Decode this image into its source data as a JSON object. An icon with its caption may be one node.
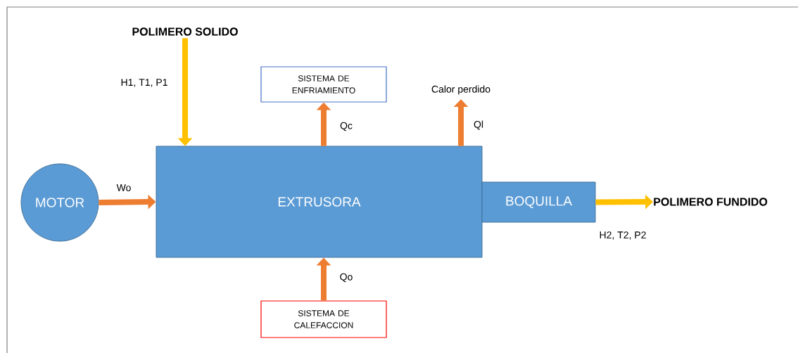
{
  "diagram": {
    "nodes": [
      {
        "text": [
          "POLIMERO SOLIDO"
        ]
      },
      {
        "text": [
          "SISTEMA DE ENFRIAMIENTO"
        ]
      },
      {
        "text": [
          "Calor perdido"
        ]
      },
      {
        "text": [
          "MOTOR"
        ]
      },
      {
        "text": [
          "EXTRUSORA"
        ]
      },
      {
        "text": [
          "BOQUILLA"
        ]
      },
      {
        "text": [
          "POLIMERO FUNDIDO"
        ]
      },
      {
        "text": [
          "SISTEMA DE CALEFACCION"
        ]
      }
    ],
    "edges": [
      {
        "from": 0,
        "to": 4,
        "arrow": "to",
        "label": "H1, T1, P1",
        "color": "#ffc000"
      },
      {
        "from": 4,
        "to": 1,
        "arrow": "to",
        "label": "Qc"
      },
      {
        "from": 4,
        "to": 2,
        "arrow": "to",
        "label": "Ql"
      },
      {
        "from": 3,
        "to": 4,
        "arrow": "to",
        "label": "Wo"
      },
      {
        "from": 5,
        "to": 6,
        "arrow": "to",
        "label": "H2, T2, P2",
        "color": "#ffc000"
      },
      {
        "from": 7,
        "to": 4,
        "arrow": "to",
        "label": "Qo"
      }
    ]
  }
}
